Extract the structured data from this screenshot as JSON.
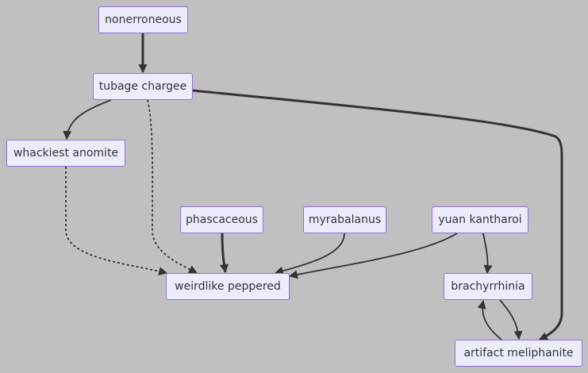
{
  "diagram": {
    "colors": {
      "background": "#c0c0c0",
      "node_fill": "#ececff",
      "node_border": "#9370db",
      "edge": "#333333",
      "text": "#333333"
    },
    "nodes": [
      {
        "id": "nonerroneous",
        "label": "nonerroneous"
      },
      {
        "id": "tubage",
        "label": "tubage chargee"
      },
      {
        "id": "whackiest",
        "label": "whackiest anomite"
      },
      {
        "id": "phascaceous",
        "label": "phascaceous"
      },
      {
        "id": "myrabalanus",
        "label": "myrabalanus"
      },
      {
        "id": "yuan",
        "label": "yuan kantharoi"
      },
      {
        "id": "weirdlike",
        "label": "weirdlike peppered"
      },
      {
        "id": "brachyrrhinia",
        "label": "brachyrrhinia"
      },
      {
        "id": "artifact",
        "label": "artifact meliphanite"
      }
    ],
    "edges": [
      {
        "from": "nonerroneous",
        "to": "tubage",
        "style": "thick"
      },
      {
        "from": "tubage",
        "to": "whackiest",
        "style": "normal"
      },
      {
        "from": "tubage",
        "to": "weirdlike",
        "style": "dotted"
      },
      {
        "from": "tubage",
        "to": "artifact",
        "style": "thick"
      },
      {
        "from": "whackiest",
        "to": "weirdlike",
        "style": "dotted"
      },
      {
        "from": "phascaceous",
        "to": "weirdlike",
        "style": "thick"
      },
      {
        "from": "myrabalanus",
        "to": "weirdlike",
        "style": "normal"
      },
      {
        "from": "yuan",
        "to": "weirdlike",
        "style": "normal"
      },
      {
        "from": "yuan",
        "to": "brachyrrhinia",
        "style": "normal"
      },
      {
        "from": "brachyrrhinia",
        "to": "artifact",
        "style": "normal"
      },
      {
        "from": "artifact",
        "to": "brachyrrhinia",
        "style": "normal"
      }
    ]
  }
}
